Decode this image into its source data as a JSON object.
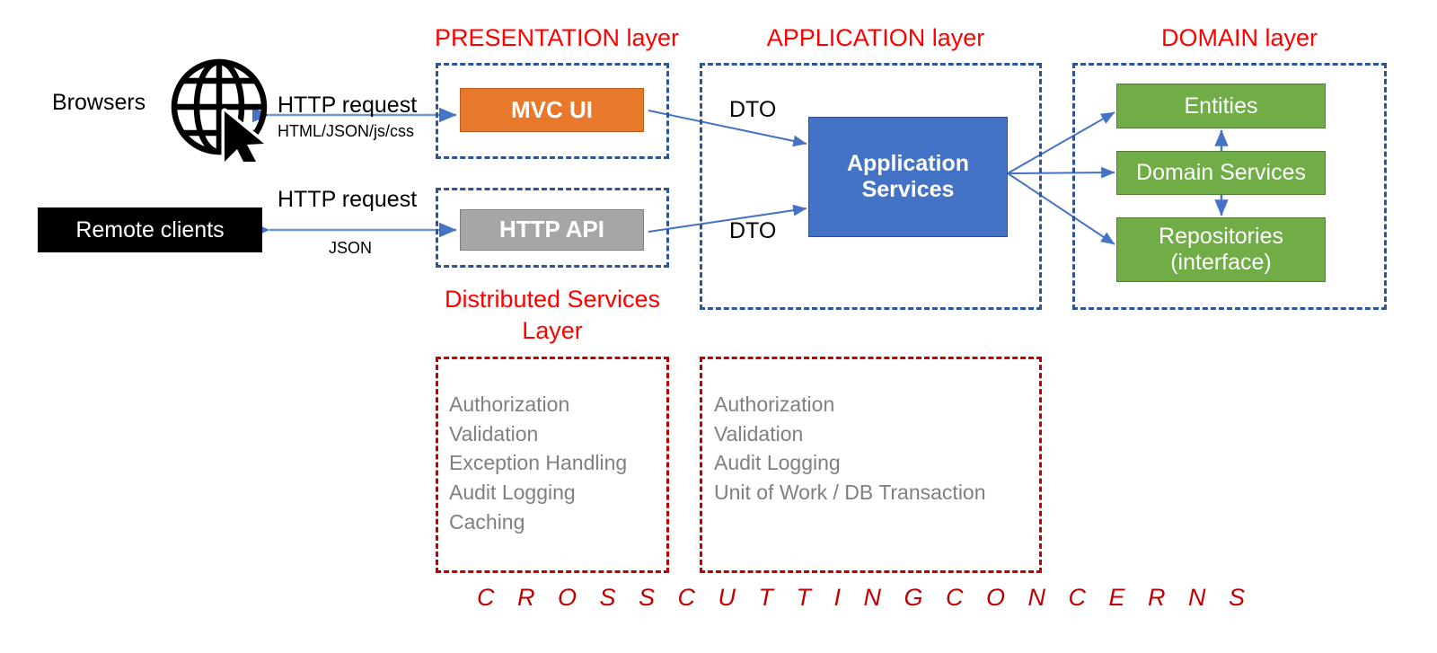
{
  "diagram": {
    "title": "Layered application architecture diagram",
    "background": "#ffffff",
    "colors": {
      "layer_caption": "#FF0000",
      "dashed_blue": "#2E5496",
      "dashed_red": "#C00000",
      "mvc_ui": "#E8792C",
      "http_api": "#A6A6A6",
      "application_services": "#4472C4",
      "domain_box": "#70AD47",
      "remote_clients": "#000000",
      "arrow": "#4472C4",
      "concern_text": "#808080"
    }
  },
  "layers": {
    "presentation_caption": "PRESENTATION layer",
    "application_caption": "APPLICATION layer",
    "domain_caption": "DOMAIN layer",
    "distributed_caption_line1": "Distributed Services",
    "distributed_caption_line2": "Layer"
  },
  "actors": {
    "browsers": "Browsers",
    "browsers_icon": "globe-cursor-icon",
    "remote_clients": "Remote clients"
  },
  "edges": {
    "browser_request": "HTTP request",
    "browser_response": "HTML/JSON/js/css",
    "remote_request": "HTTP request",
    "remote_response": "JSON",
    "dto_top": "DTO",
    "dto_bottom": "DTO"
  },
  "nodes": {
    "mvc_ui": "MVC UI",
    "http_api": "HTTP API",
    "application_services_line1": "Application",
    "application_services_line2": "Services",
    "entities": "Entities",
    "domain_services": "Domain Services",
    "repositories_line1": "Repositories",
    "repositories_line2": "(interface)"
  },
  "cross_cutting": {
    "footer_title": "C R O S S   C U T T I N G   C O N C E R N S",
    "presentation_concerns": [
      "Authorization",
      "Validation",
      "Exception Handling",
      "Audit Logging",
      "Caching"
    ],
    "application_concerns": [
      "Authorization",
      "Validation",
      "Audit Logging",
      "Unit of Work / DB Transaction"
    ]
  }
}
